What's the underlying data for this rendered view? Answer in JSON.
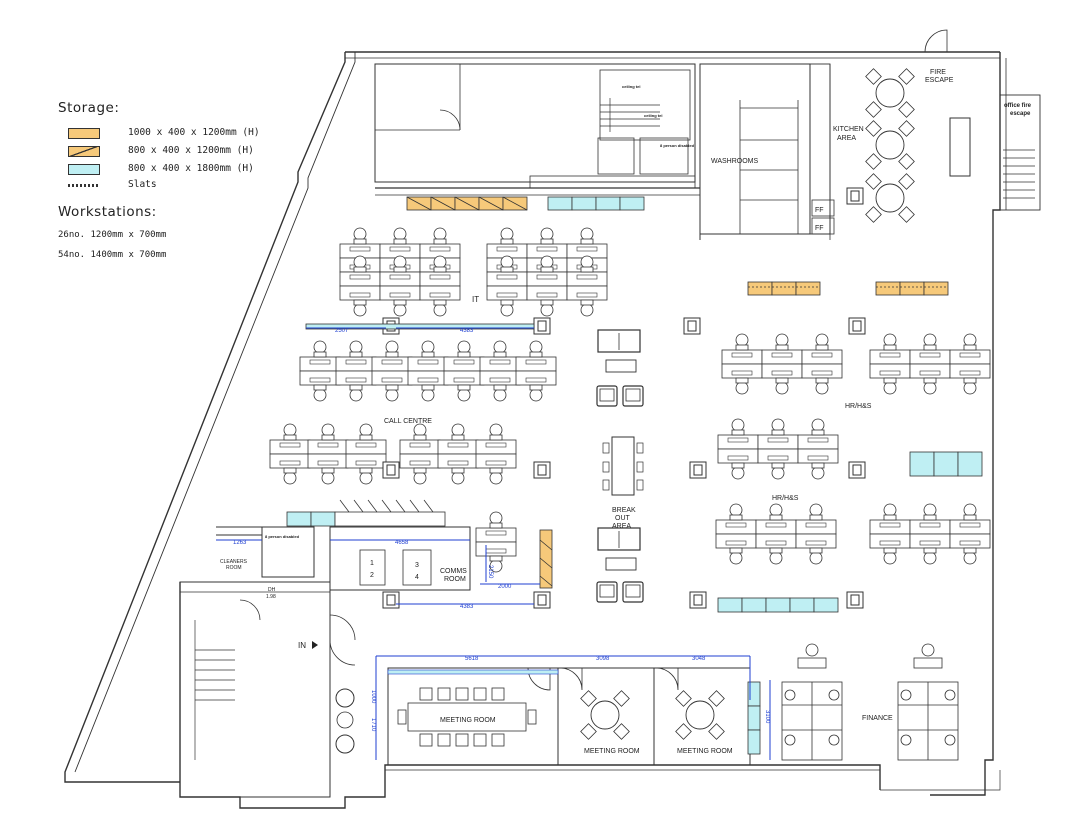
{
  "legend": {
    "storage_title": "Storage:",
    "storage_items": [
      {
        "label": "1000 x 400 x 1200mm (H)",
        "color": "#f6c97a"
      },
      {
        "label": "800 x 400 x 1200mm (H)",
        "color": "#f6c97a"
      },
      {
        "label": "800 x 400 x 1800mm (H)",
        "color": "#bfeff3"
      },
      {
        "label": "Slats",
        "color": "#333333"
      }
    ],
    "workstations_title": "Workstations:",
    "workstation_items": [
      "26no. 1200mm x 700mm",
      "54no. 1400mm x 700mm"
    ]
  },
  "rooms": {
    "washrooms": "WASHROOMS",
    "kitchen_line1": "KITCHEN",
    "kitchen_line2": "AREA",
    "fire_escape_line1": "FIRE",
    "fire_escape_line2": "ESCAPE",
    "office_fire_line1": "office fire",
    "office_fire_line2": "escape",
    "it": "IT",
    "call_centre": "CALL CENTRE",
    "break_line1": "BREAK",
    "break_line2": "OUT",
    "break_line3": "AREA",
    "hr_top": "HR/H&S",
    "hr_mid": "HR/H&S",
    "comms_line1": "COMMS",
    "comms_line2": "ROOM",
    "cleaners_line1": "CLEANERS",
    "cleaners_line2": "ROOM",
    "meeting_1": "MEETING ROOM",
    "meeting_2": "MEETING ROOM",
    "meeting_3": "MEETING ROOM",
    "finance": "FINANCE",
    "in_label": "IN",
    "ff_1": "FF",
    "ff_2": "FF",
    "lift_top": "8 person disabled",
    "lift_left": "8 person disabled",
    "ceiling_1": "ceiling tel",
    "ceiling_2": "ceiling tel",
    "dh_line1": "DH",
    "dh_line2": "1.98",
    "rack_1": "1",
    "rack_2": "2",
    "rack_3": "3",
    "rack_4": "4"
  },
  "dimensions": {
    "d2507": "2507",
    "d4383a": "4383",
    "d4383b": "4383",
    "d4658": "4658",
    "d2000": "2000",
    "d1263": "1263",
    "d2150": "2150",
    "d5618": "5618",
    "d3098": "3098",
    "d3048": "3048",
    "d1000": "1000",
    "d1710": "1710",
    "d3100": "3100"
  },
  "colors": {
    "storage_orange": "#f6c97a",
    "storage_cyan": "#bfeff3",
    "dimension_blue": "#1f3fd1",
    "wall": "#333333"
  }
}
